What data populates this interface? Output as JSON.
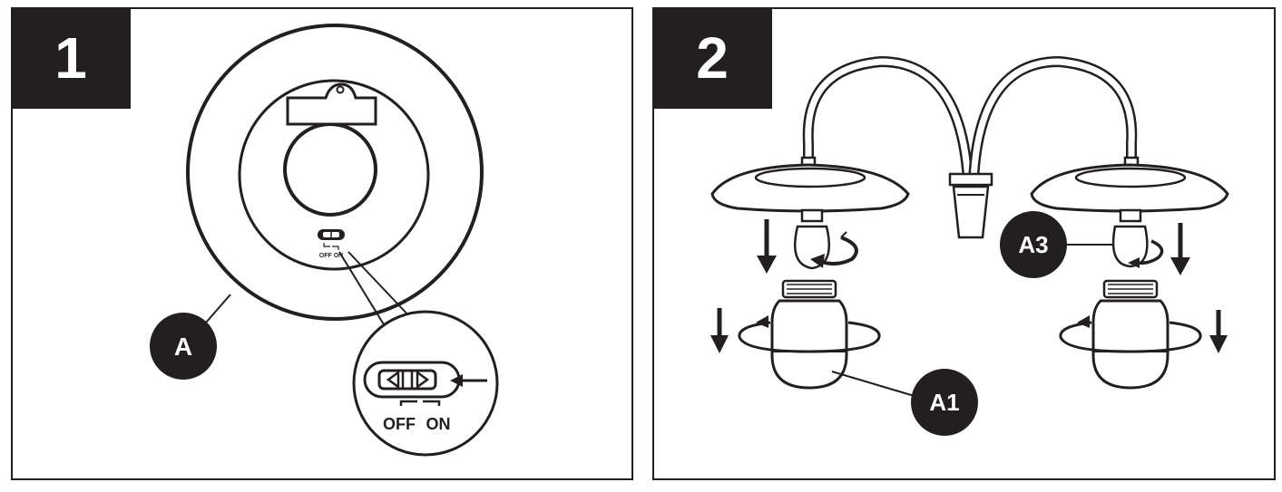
{
  "steps": [
    {
      "number": "1",
      "callouts": {
        "fixture": "A"
      },
      "switch": {
        "small_labels": "OFF ON",
        "off_label": "OFF",
        "on_label": "ON"
      }
    },
    {
      "number": "2",
      "callouts": {
        "glass_shade": "A1",
        "bulb": "A3"
      }
    }
  ],
  "colors": {
    "ink": "#231f20",
    "paper": "#ffffff"
  }
}
